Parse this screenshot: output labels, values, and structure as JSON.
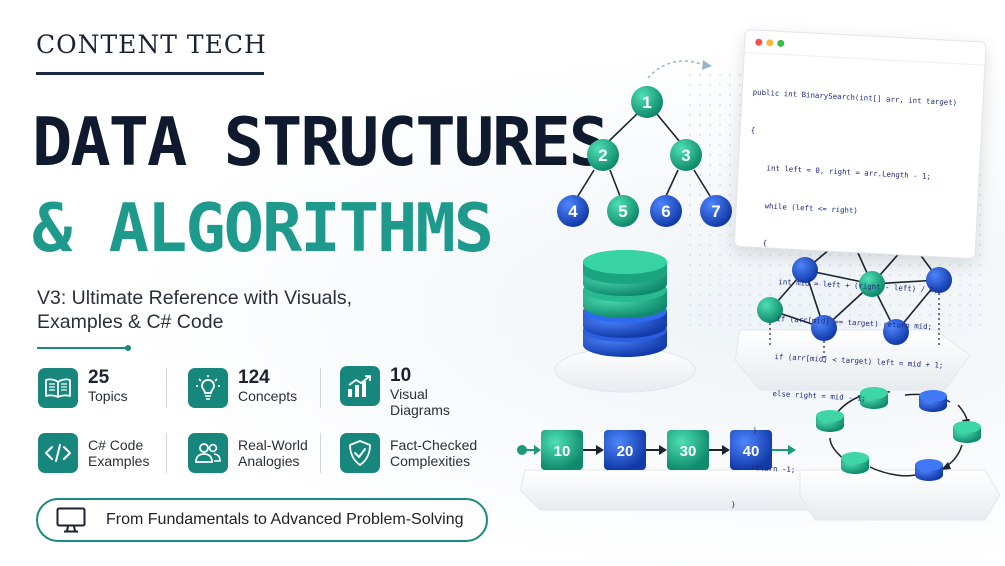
{
  "brand": {
    "name": "CONTENT TECH"
  },
  "title": {
    "line1": "DATA STRUCTURES",
    "line2": "& ALGORITHMS"
  },
  "subtitle": "V3: Ultimate Reference with Visuals, Examples & C# Code",
  "stats": [
    {
      "number": "25",
      "label": "Topics",
      "icon": "book-icon"
    },
    {
      "number": "124",
      "label": "Concepts",
      "icon": "lightbulb-icon"
    },
    {
      "number": "10",
      "label": "Visual Diagrams",
      "icon": "chart-icon"
    }
  ],
  "features": [
    {
      "label": "C# Code Examples",
      "icon": "code-icon"
    },
    {
      "label": "Real-World Analogies",
      "icon": "users-icon"
    },
    {
      "label": "Fact-Checked Complexities",
      "icon": "shield-check-icon"
    }
  ],
  "banner": {
    "text": "From Fundamentals to Advanced Problem-Solving",
    "icon": "monitor-icon"
  },
  "code": {
    "lines": [
      "public int BinarySearch(int[] arr, int target)",
      "{",
      "    int left = 0, right = arr.Length - 1;",
      "    while (left <= right)",
      "    {",
      "        int mid = left + (right - left) / 2;",
      "        if (arr[mid] == target) return mid;",
      "        if (arr[mid] < target) left = mid + 1;",
      "        else right = mid - 1;",
      "    }",
      "    return -1;",
      "}"
    ]
  },
  "tree": {
    "nodes": [
      "1",
      "2",
      "3",
      "4",
      "5",
      "6",
      "7"
    ]
  },
  "linked_list": {
    "nodes": [
      "10",
      "20",
      "30",
      "40"
    ]
  },
  "colors": {
    "teal": "#1e9a8c",
    "navy": "#101a2e",
    "blue": "#1f4fd0",
    "green": "#25b08a"
  }
}
